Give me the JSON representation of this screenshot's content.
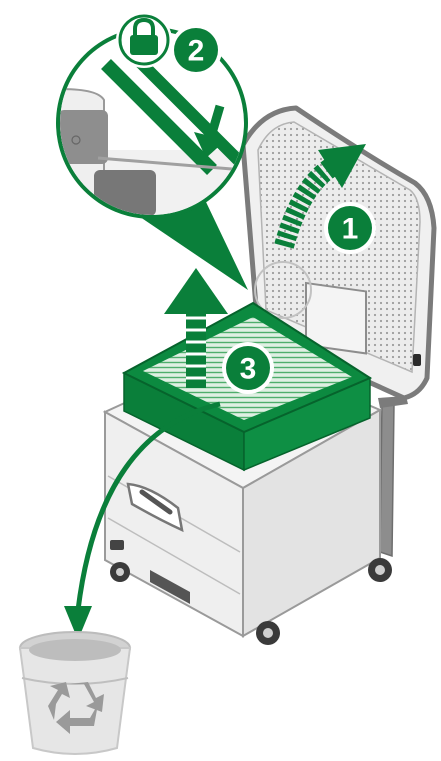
{
  "steps": [
    {
      "number": "1",
      "action": "open-lid"
    },
    {
      "number": "2",
      "action": "unlock-filter"
    },
    {
      "number": "3",
      "action": "remove-and-dispose-filter"
    }
  ],
  "icons": {
    "lock": "lock-icon",
    "recycle": "recycle-icon",
    "arrow_down": "arrow-down-icon",
    "arrow_up": "arrow-up-icon",
    "arc_arrow": "curved-arrow-icon"
  },
  "colors": {
    "accent": "#0a7f3a",
    "accent_light": "#1f9a4d",
    "filter_face": "#d8eede",
    "device_body": "#eeeeee",
    "device_outline": "#9a9a9a",
    "lid_frame": "#7a7a7a",
    "bin": "#e2e2e2"
  }
}
